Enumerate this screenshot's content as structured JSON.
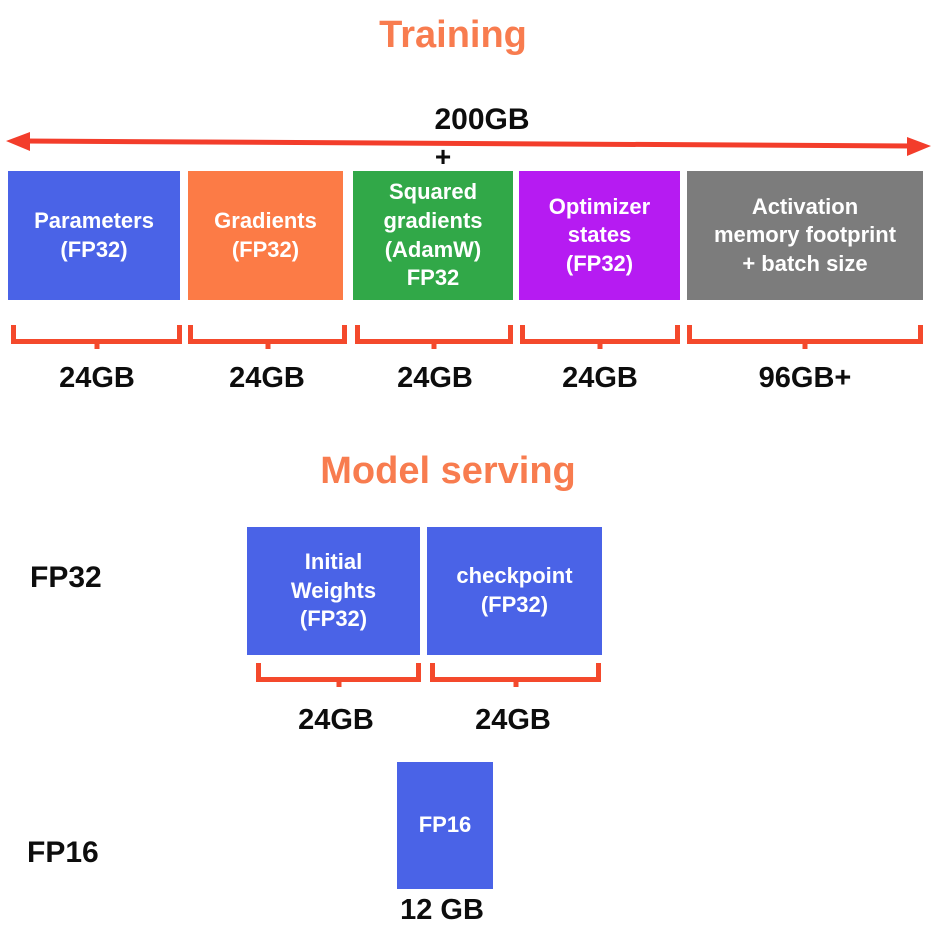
{
  "colors": {
    "title_orange": "#f87c4f",
    "arrow_red": "#f33d2b",
    "bracket_red": "#f4492c",
    "label_black": "#0d0d0d",
    "box_text_white": "#ffffff",
    "blue": "#4a63e7",
    "orange": "#fc7b46",
    "green": "#31a848",
    "purple": "#b61bf2",
    "gray": "#7c7c7c"
  },
  "training": {
    "title": "Training",
    "total_label": "200GB",
    "plus_sign": "+",
    "boxes": [
      {
        "label": "Parameters\n(FP32)",
        "color": "#4a63e7",
        "size": "24GB"
      },
      {
        "label": "Gradients\n(FP32)",
        "color": "#fc7b46",
        "size": "24GB"
      },
      {
        "label": "Squared\ngradients\n(AdamW)\nFP32",
        "color": "#31a848",
        "size": "24GB"
      },
      {
        "label": "Optimizer\nstates\n(FP32)",
        "color": "#b61bf2",
        "size": "24GB"
      },
      {
        "label": "Activation\nmemory footprint\n+ batch size",
        "color": "#7c7c7c",
        "size": "96GB+"
      }
    ]
  },
  "serving": {
    "title": "Model serving",
    "rows": [
      {
        "precision": "FP32",
        "boxes": [
          {
            "label": "Initial\nWeights\n(FP32)",
            "size": "24GB"
          },
          {
            "label": "checkpoint\n(FP32)",
            "size": "24GB"
          }
        ]
      },
      {
        "precision": "FP16",
        "boxes": [
          {
            "label": "FP16",
            "size": "12 GB"
          }
        ]
      }
    ]
  }
}
